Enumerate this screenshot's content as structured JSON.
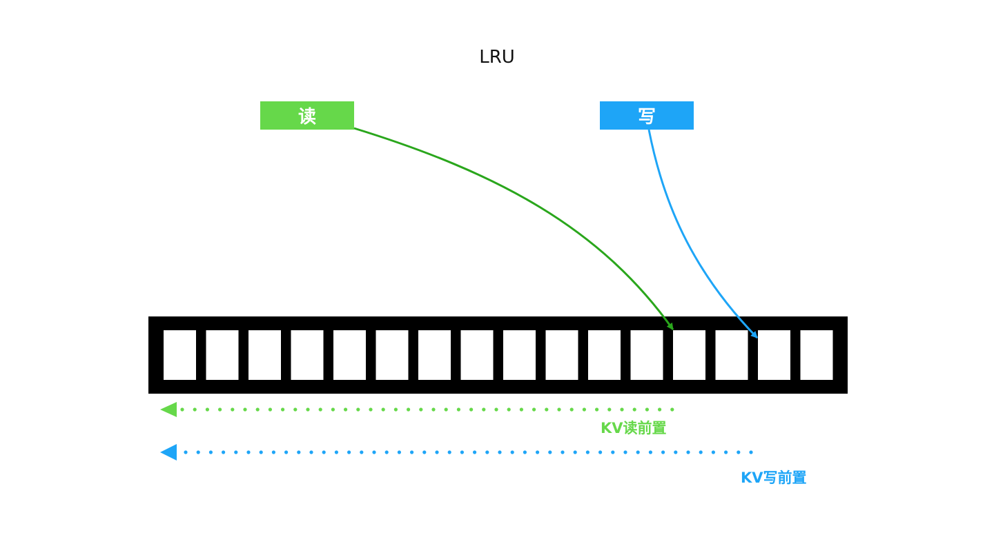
{
  "title": "LRU",
  "read": {
    "label": "读",
    "caption": "KV读前置"
  },
  "write": {
    "label": "写",
    "caption": "KV写前置"
  },
  "cache": {
    "slot_count": 16,
    "read_target_slot": 13,
    "write_target_slot": 15
  },
  "colors": {
    "read_box": "#66d84a",
    "read_arrow": "#2aa61c",
    "write_box": "#1ea5f7",
    "write_arrow": "#1ea5f7",
    "bar": "#000000",
    "slot": "#ffffff"
  }
}
